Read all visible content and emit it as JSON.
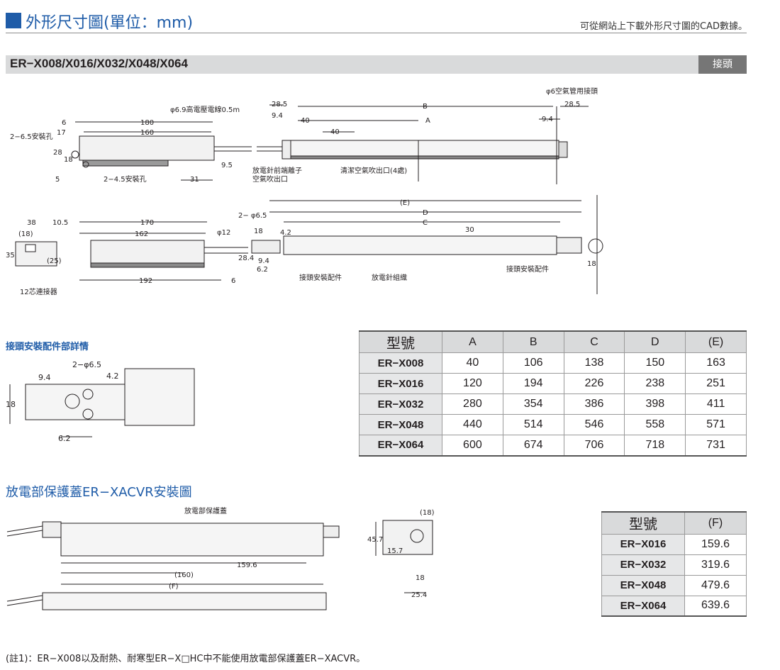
{
  "header": {
    "title": "外形尺寸圖(單位：mm)",
    "note": "可從網站上下載外形尺寸圖的CAD數據。"
  },
  "model_bar": {
    "title": "ER−X008/X016/X032/X048/X064",
    "badge": "接頭"
  },
  "drawing_top": {
    "dims": [
      "6",
      "180",
      "17",
      "160",
      "28",
      "18",
      "5",
      "31",
      "9.5",
      "28.5",
      "9.4",
      "40",
      "40",
      "B",
      "A",
      "9.4",
      "28.5"
    ],
    "labels": {
      "mount_hole_a": "2−6.5安裝孔",
      "mount_hole_b": "2−4.5安裝孔",
      "cable": "φ6.9高電壓電線0.5m",
      "needle_air": "放電針前端離子",
      "needle_air2": "空氣吹出口",
      "clean_air": "清潔空氣吹出口(4處)",
      "tube": "φ6空氣管用接頭"
    }
  },
  "drawing_side": {
    "dims": [
      "38",
      "10.5",
      "170",
      "(18)",
      "162",
      "φ12",
      "35",
      "(25)",
      "2− φ6.5",
      "18",
      "4.2",
      "28.4",
      "9.4",
      "6.2",
      "192",
      "6",
      "(E)",
      "D",
      "C",
      "30",
      "18"
    ],
    "labels": {
      "connector": "12芯連接器",
      "fitting_a": "接頭安裝配件",
      "needle_unit": "放電針組織",
      "fitting_b": "接頭安裝配件"
    }
  },
  "detail": {
    "title": "接頭安裝配件部詳情",
    "dims": [
      "2−φ6.5",
      "9.4",
      "4.2",
      "18",
      "6.2"
    ]
  },
  "table1": {
    "headers": [
      "型號",
      "A",
      "B",
      "C",
      "D",
      "(E)"
    ],
    "rows": [
      {
        "model": "ER−X008",
        "values": [
          "40",
          "106",
          "138",
          "150",
          "163"
        ]
      },
      {
        "model": "ER−X016",
        "values": [
          "120",
          "194",
          "226",
          "238",
          "251"
        ]
      },
      {
        "model": "ER−X032",
        "values": [
          "280",
          "354",
          "386",
          "398",
          "411"
        ]
      },
      {
        "model": "ER−X048",
        "values": [
          "440",
          "514",
          "546",
          "558",
          "571"
        ]
      },
      {
        "model": "ER−X064",
        "values": [
          "600",
          "674",
          "706",
          "718",
          "731"
        ]
      }
    ]
  },
  "cover_section": {
    "title": "放電部保護蓋ER−XACVR安裝圖",
    "cover_label": "放電部保護蓋",
    "dims": [
      "159.6",
      "(160)",
      "(F)",
      "(18)",
      "45.7",
      "15.7",
      "18",
      "25.4"
    ]
  },
  "table2": {
    "headers": [
      "型號",
      "(F)"
    ],
    "rows": [
      {
        "model": "ER−X016",
        "value": "159.6"
      },
      {
        "model": "ER−X032",
        "value": "319.6"
      },
      {
        "model": "ER−X048",
        "value": "479.6"
      },
      {
        "model": "ER−X064",
        "value": "639.6"
      }
    ]
  },
  "footnote": "(註1)：ER−X008以及耐熱、耐寒型ER−X□HC中不能使用放電部保護蓋ER−XACVR。"
}
